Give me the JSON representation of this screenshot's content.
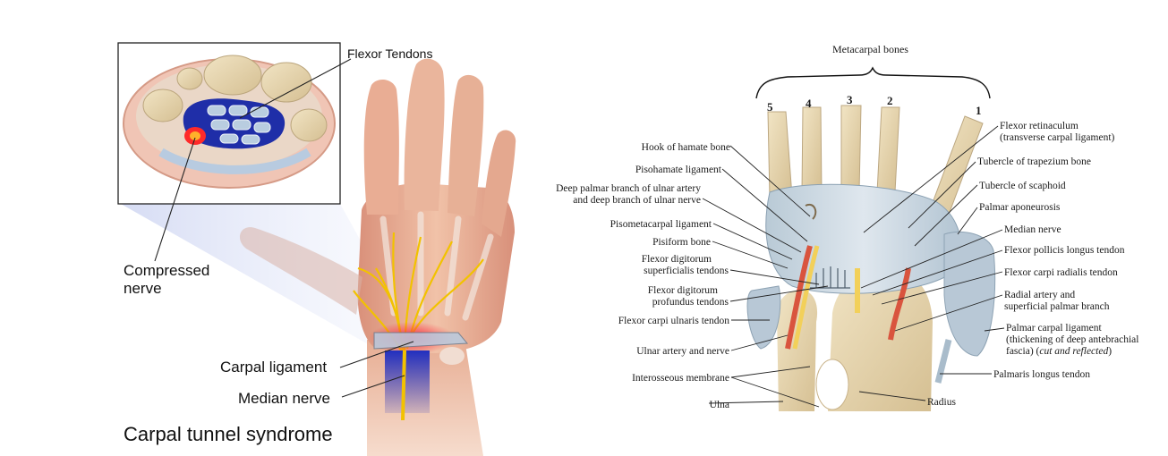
{
  "left_panel": {
    "title": "Carpal tunnel syndrome",
    "labels": {
      "flexor_tendons": "Flexor Tendons",
      "compressed_nerve_line1": "Compressed",
      "compressed_nerve_line2": "nerve",
      "carpal_ligament": "Carpal ligament",
      "median_nerve": "Median nerve"
    }
  },
  "right_panel": {
    "metacarpal_bones": "Metacarpal bones",
    "metacarpal_numbers": [
      "5",
      "4",
      "3",
      "2",
      "1"
    ],
    "labels_left": {
      "hook_of_hamate": "Hook of hamate bone",
      "pisohamate": "Pisohamate ligament",
      "deep_palmar_1": "Deep palmar branch of ulnar artery",
      "deep_palmar_2": "and deep branch of ulnar nerve",
      "pisometacarpal": "Pisometacarpal ligament",
      "pisiform": "Pisiform bone",
      "fds_1": "Flexor digitorum",
      "fds_2": "superficialis tendons",
      "fdp_1": "Flexor digitorum",
      "fdp_2": "profundus tendons",
      "fcu": "Flexor carpi ulnaris tendon",
      "ulnar_artery_nerve": "Ulnar artery and nerve",
      "interosseous": "Interosseous membrane",
      "ulna": "Ulna"
    },
    "labels_right": {
      "flexor_retinaculum_1": "Flexor retinaculum",
      "flexor_retinaculum_2": "(transverse carpal ligament)",
      "tubercle_trapezium": "Tubercle of trapezium bone",
      "tubercle_scaphoid": "Tubercle of scaphoid",
      "palmar_aponeurosis": "Palmar aponeurosis",
      "median_nerve": "Median nerve",
      "fpl": "Flexor pollicis longus tendon",
      "fcr": "Flexor carpi radialis tendon",
      "radial_artery_1": "Radial artery and",
      "radial_artery_2": "superficial palmar branch",
      "palmar_carpal_1": "Palmar carpal ligament",
      "palmar_carpal_2": "(thickening of deep antebrachial",
      "palmar_carpal_3a": "fascia) (",
      "palmar_carpal_3b": "cut and reflected",
      "palmar_carpal_3c": ")",
      "palmaris_longus": "Palmaris longus tendon",
      "radius": "Radius"
    }
  },
  "colors": {
    "skin": "#e9b49a",
    "bone": "#e8d9b6",
    "nerve": "#f2c200",
    "inflamed": "#e8223a",
    "tendon": "#8fb0c8",
    "deep_blue": "#1f2ea8"
  }
}
